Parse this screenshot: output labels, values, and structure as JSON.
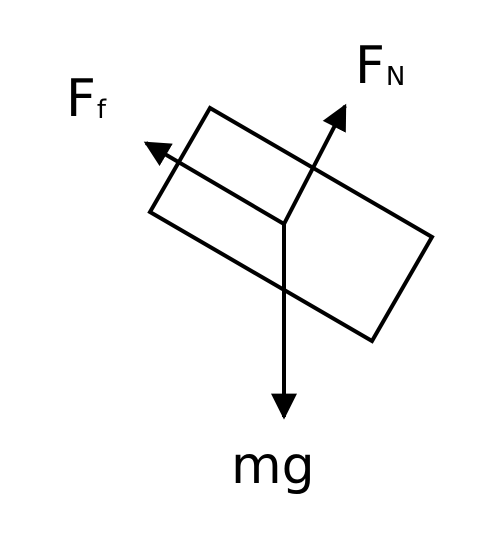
{
  "colors": {
    "stroke": "#000000",
    "background": "#ffffff"
  },
  "labels": {
    "friction": {
      "main": "F",
      "sub": "f"
    },
    "normal": {
      "main": "F",
      "sub": "N"
    },
    "weight": {
      "text": "mg"
    }
  }
}
